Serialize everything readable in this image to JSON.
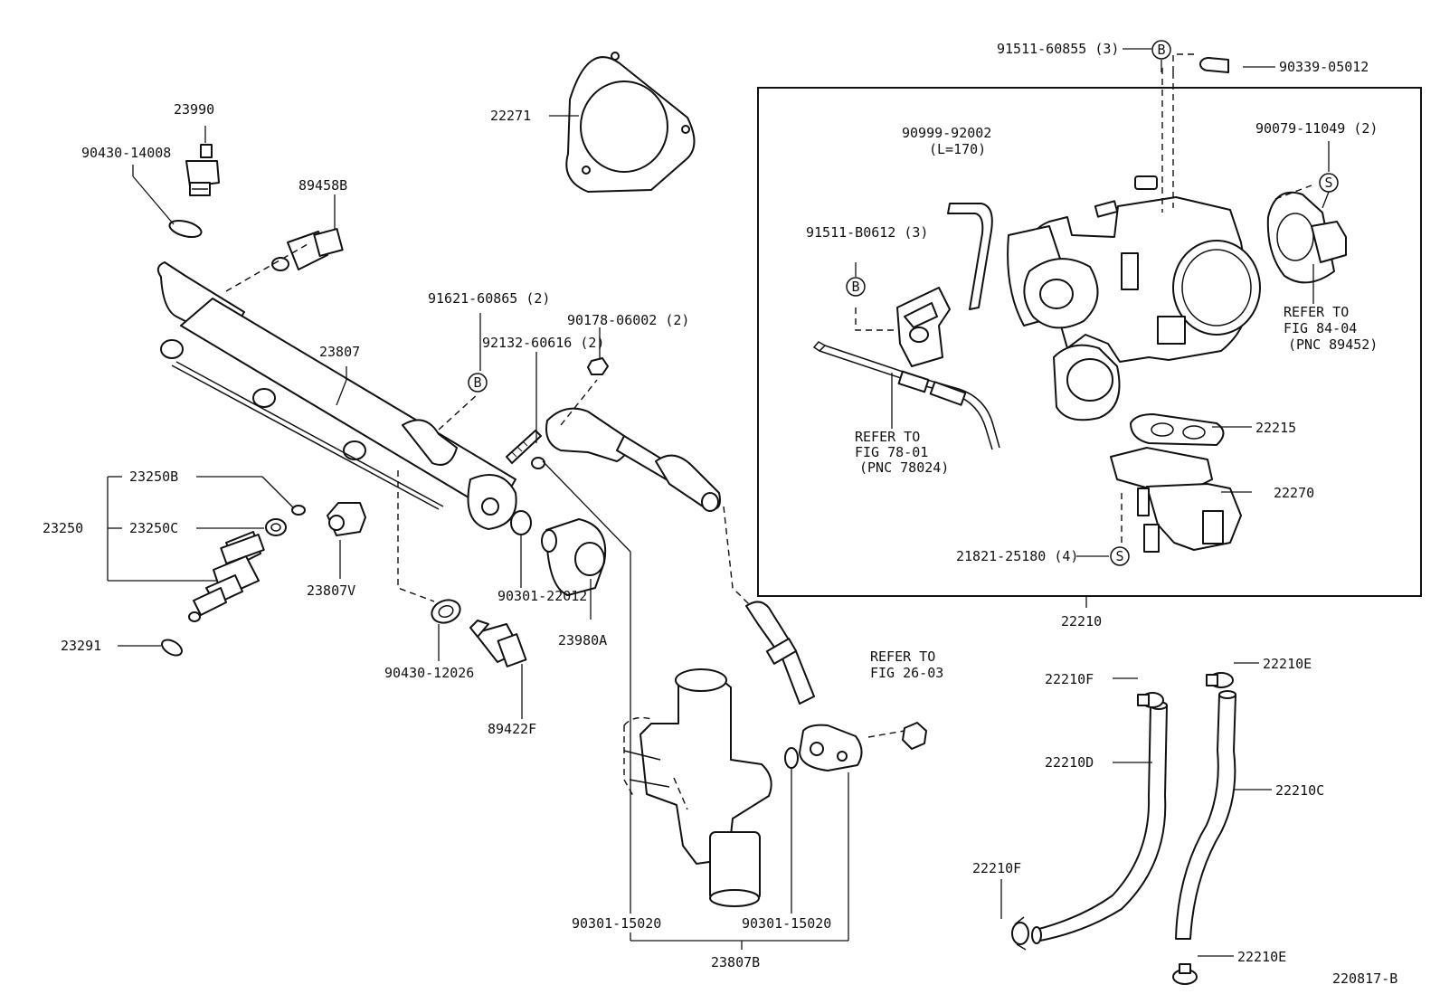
{
  "figure_id": "220817-B",
  "labels": {
    "p23990": "23990",
    "p90430_14008": "90430-14008",
    "p89458b": "89458B",
    "p22271": "22271",
    "p23807": "23807",
    "p91621": "91621-60865 (2)",
    "p90178": "90178-06002 (2)",
    "p92132": "92132-60616 (2)",
    "p23250b": "23250B",
    "p23250": "23250",
    "p23250c": "23250C",
    "p23807v": "23807V",
    "p23291": "23291",
    "p90301_22012": "90301-22012",
    "p23980a": "23980A",
    "p90430_12026": "90430-12026",
    "p89422f": "89422F",
    "p90301_15020_a": "90301-15020",
    "p90301_15020_b": "90301-15020",
    "p23807b": "23807B",
    "ref2603_l1": "REFER TO",
    "ref2603_l2": "FIG 26-03",
    "p91511_60855": "91511-60855 (3)",
    "p90339": "90339-05012",
    "p90999": "90999-92002",
    "p90999_len": "(L=170)",
    "p90079": "90079-11049 (2)",
    "p91511_b0612": "91511-B0612 (3)",
    "ref8404_l1": "REFER TO",
    "ref8404_l2": "FIG 84-04",
    "ref8404_l3": "(PNC 89452)",
    "ref7801_l1": "REFER TO",
    "ref7801_l2": "FIG 78-01",
    "ref7801_l3": "(PNC 78024)",
    "p22215": "22215",
    "p22270": "22270",
    "p21821": "21821-25180 (4)",
    "p22210": "22210",
    "p22210f_top": "22210F",
    "p22210e_top": "22210E",
    "p22210d": "22210D",
    "p22210c": "22210C",
    "p22210f_bot": "22210F",
    "p22210e_bot": "22210E"
  },
  "markers": {
    "b": "B",
    "s": "S"
  }
}
